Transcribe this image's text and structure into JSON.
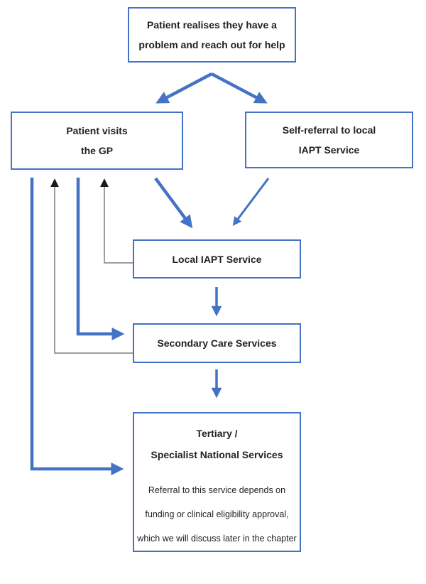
{
  "diagram": {
    "type": "flowchart",
    "subject": "patient-referral-pathway",
    "accent_color": "#4472C4",
    "feedback_line_color": "#7f7f7f",
    "feedback_arrowhead_color": "#1a1a1a",
    "box_background": "#ffffff",
    "text_color": "#222222",
    "nodes": {
      "realise": {
        "lines": [
          "Patient realises they have a",
          "problem and reach out for help"
        ]
      },
      "gp": {
        "lines": [
          "Patient visits",
          "the GP"
        ]
      },
      "selfref": {
        "lines": [
          "Self-referral to local",
          "IAPT Service"
        ]
      },
      "iapt": {
        "label": "Local IAPT Service"
      },
      "secondary": {
        "label": "Secondary Care Services"
      },
      "tertiary": {
        "title_lines": [
          "Tertiary /",
          "Specialist National Services"
        ],
        "note_lines": [
          "Referral to this service depends on",
          "funding or clinical eligibility approval,",
          "which we will discuss later in the chapter"
        ]
      }
    },
    "edges": [
      {
        "from": "realise",
        "to": "gp",
        "style": "blue-arrow"
      },
      {
        "from": "realise",
        "to": "selfref",
        "style": "blue-arrow"
      },
      {
        "from": "gp",
        "to": "iapt",
        "style": "blue-arrow"
      },
      {
        "from": "selfref",
        "to": "iapt",
        "style": "blue-arrow"
      },
      {
        "from": "iapt",
        "to": "secondary",
        "style": "blue-arrow"
      },
      {
        "from": "secondary",
        "to": "tertiary",
        "style": "blue-arrow"
      },
      {
        "from": "gp",
        "to": "secondary",
        "style": "blue-elbow-arrow"
      },
      {
        "from": "gp",
        "to": "tertiary",
        "style": "blue-elbow-arrow"
      },
      {
        "from": "iapt",
        "to": "gp",
        "style": "thin-gray-feedback-arrow"
      },
      {
        "from": "secondary",
        "to": "gp",
        "style": "thin-gray-feedback-arrow"
      }
    ]
  }
}
